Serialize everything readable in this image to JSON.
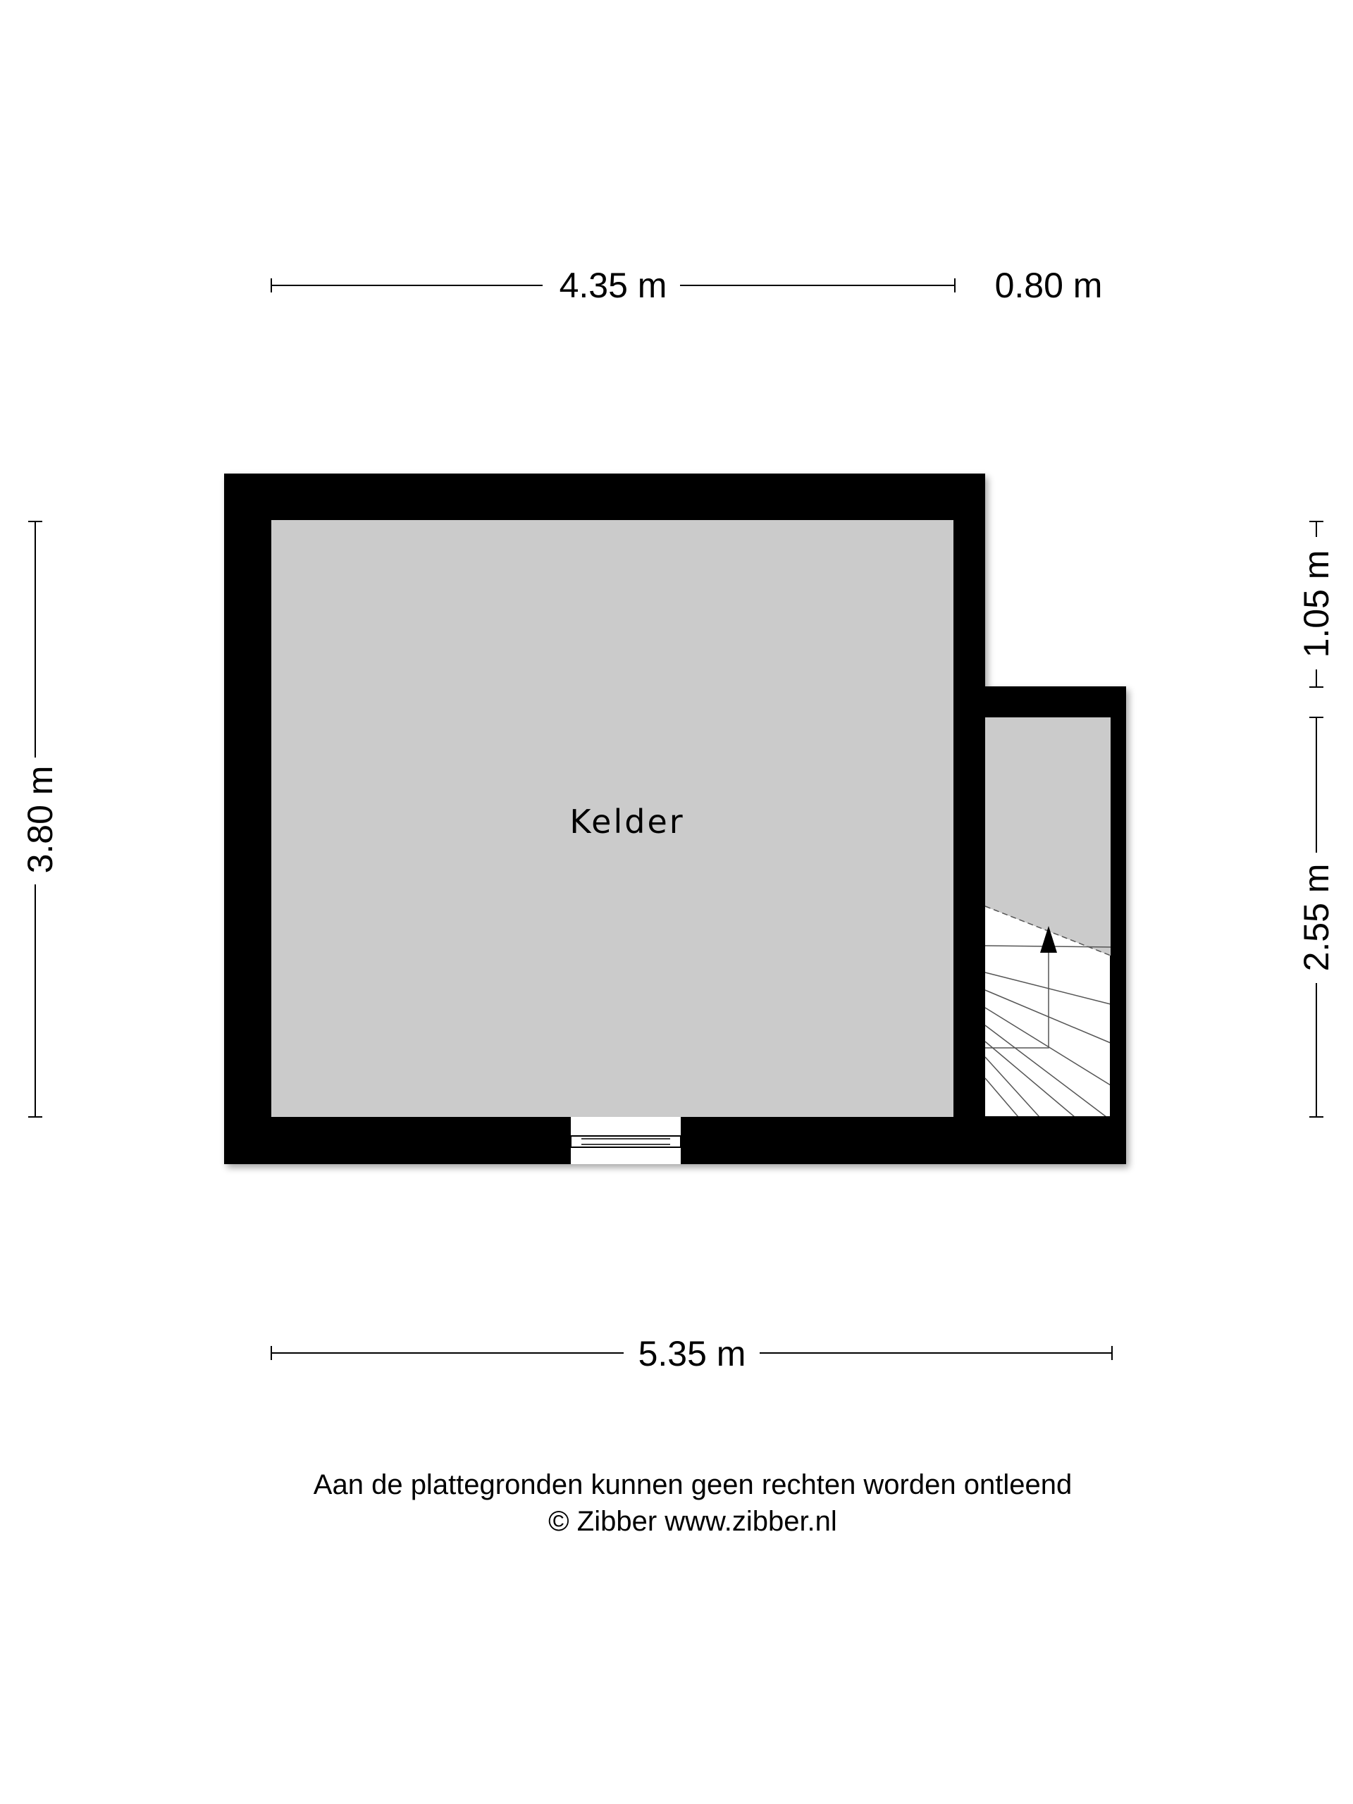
{
  "dimensions": {
    "top_main": "4.35 m",
    "top_extra": "0.80 m",
    "left": "3.80 m",
    "right_upper": "1.05 m",
    "right_lower": "2.55 m",
    "bottom": "5.35 m"
  },
  "rooms": {
    "main_label": "Kelder"
  },
  "footer": {
    "disclaimer": "Aan de plattegronden kunnen geen rechten worden ontleend",
    "copyright": "© Zibber www.zibber.nl"
  },
  "colors": {
    "wall": "#000000",
    "floor": "#cbcbcb",
    "stair": "#ffffff"
  }
}
